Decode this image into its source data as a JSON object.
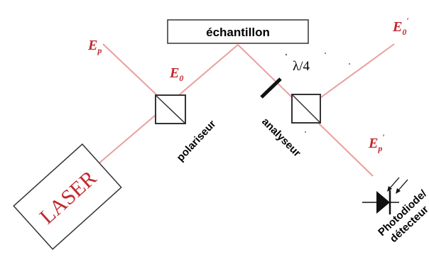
{
  "labels": {
    "sample": "échantillon",
    "laser": "LASER",
    "polarizer": "polariseur",
    "analyzer": "analyseur",
    "waveplate": "λ/4",
    "detector_line1": "Photodiode/",
    "detector_line2": "détecteur"
  },
  "fields": {
    "incident_p": {
      "symbol": "E",
      "sub": "p",
      "prime": ""
    },
    "incident_0": {
      "symbol": "E",
      "sub": "0",
      "prime": ""
    },
    "reflected_0": {
      "symbol": "E",
      "sub": "0",
      "prime": "′"
    },
    "reflected_p": {
      "symbol": "E",
      "sub": "p",
      "prime": "′"
    }
  },
  "colors": {
    "beam": "#e8a0a0",
    "field_label": "#c0282d",
    "laser_text": "#c0282d",
    "outline": "#333333"
  }
}
